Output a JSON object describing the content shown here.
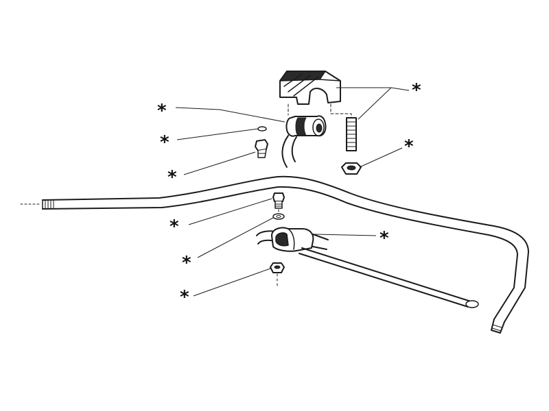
{
  "callout_marker": "*",
  "parts": [
    {
      "id": "clamp-bracket"
    },
    {
      "id": "bushing"
    },
    {
      "id": "washer"
    },
    {
      "id": "bolt"
    },
    {
      "id": "stud"
    },
    {
      "id": "nut"
    },
    {
      "id": "link-bolt"
    },
    {
      "id": "link-washer"
    },
    {
      "id": "link-clamp"
    },
    {
      "id": "link-nut"
    }
  ],
  "colors": {
    "ink": "#1a1a1a",
    "background": "#ffffff"
  }
}
